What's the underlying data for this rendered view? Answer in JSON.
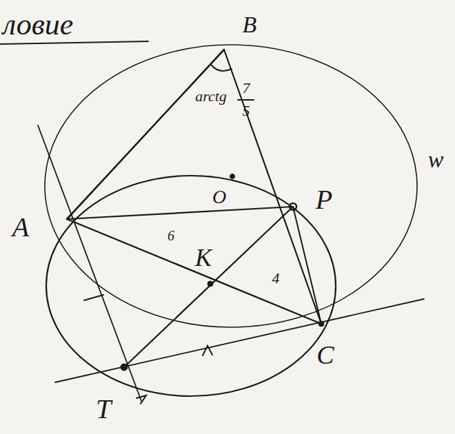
{
  "diagram": {
    "title": "ловие",
    "labels": [
      "B",
      "arctg",
      "7",
      "5",
      "P",
      "w",
      "A",
      "O",
      "6",
      "K",
      "4",
      "C",
      "T"
    ]
  }
}
